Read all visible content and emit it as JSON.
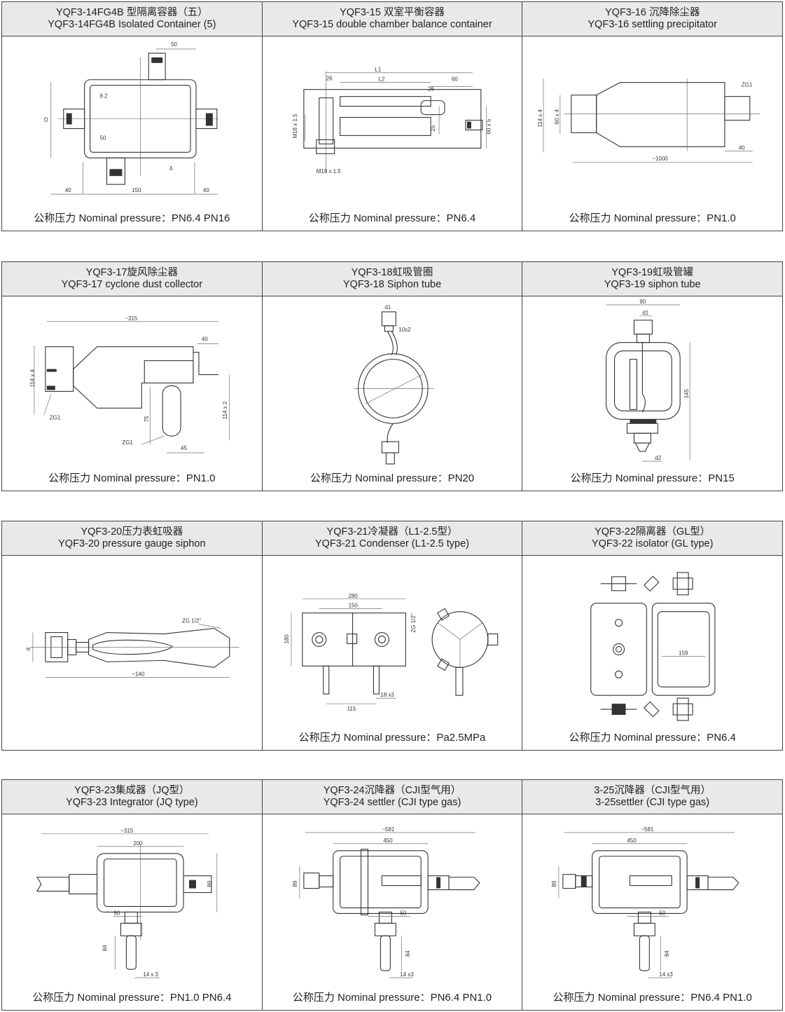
{
  "rows": [
    [
      {
        "title_cn": "YQF3-14FG4B 型隔离容器（五）",
        "title_en": "YQF3-14FG4B Isolated Container (5)",
        "pressure": "公称压力 Nominal pressure：PN6.4  PN16",
        "dims": [
          "50",
          "8 2",
          "D",
          "50",
          "δ",
          "40",
          "150",
          "40"
        ]
      },
      {
        "title_cn": "YQF3-15 双室平衡容器",
        "title_en": "YQF3-15 double chamber balance container",
        "pressure": "公称压力 Nominal pressure：PN6.4",
        "dims": [
          "L1",
          "26",
          "L2",
          "60",
          "26",
          "M18 x 1.5",
          "25",
          "60 x 5",
          "M18 x 1.5"
        ]
      },
      {
        "title_cn": "YQF3-16 沉降除尘器",
        "title_en": "YQF3-16 settling precipitator",
        "pressure": "公称压力 Nominal pressure：PN1.0",
        "dims": [
          "ZG1",
          "114 x 4",
          "60 x 4",
          "40",
          "~1000"
        ]
      }
    ],
    [
      {
        "title_cn": "YQF3-17旋风除尘器",
        "title_en": "YQF3-17 cyclone dust collector",
        "pressure": "公称压力 Nominal pressure：PN1.0",
        "dims": [
          "~315",
          "40",
          "114 x 4",
          "ZG1",
          "75",
          "114 x 2",
          "ZG1",
          "45"
        ]
      },
      {
        "title_cn": "YQF3-18虹吸管圈",
        "title_en": "YQF3-18 Siphon tube",
        "pressure": "公称压力 Nominal pressure：PN20",
        "dims": [
          "d1",
          "10x2"
        ]
      },
      {
        "title_cn": "YQF3-19虹吸管罐",
        "title_en": "YQF3-19 siphon tube",
        "pressure": "公称压力 Nominal pressure：PN15",
        "dims": [
          "90",
          "d1",
          "145",
          "d2"
        ]
      }
    ],
    [
      {
        "title_cn": "YQF3-20压力表虹吸器",
        "title_en": "YQF3-20 pressure gauge siphon",
        "pressure": "",
        "dims": [
          "ZG 1/2\"",
          "d",
          "~140"
        ]
      },
      {
        "title_cn": "YQF3-21冷凝器（L1-2.5型）",
        "title_en": "YQF3-21 Condenser (L1-2.5 type)",
        "pressure": "公称压力 Nominal pressure：Pa2.5MPa",
        "dims": [
          "280",
          "150",
          "ZG 1/2\"",
          "180",
          "18 x3",
          "115"
        ]
      },
      {
        "title_cn": "YQF3-22隔离器（GL型）",
        "title_en": "YQF3-22 isolator (GL type)",
        "pressure": "公称压力 Nominal pressure：PN6.4",
        "dims": [
          "159"
        ]
      }
    ],
    [
      {
        "title_cn": "YQF3-23集成器（JQ型）",
        "title_en": "YQF3-23 Integrator (JQ type)",
        "pressure": "公称压力 Nominal pressure：PN1.0  PN6.4",
        "dims": [
          "~315",
          "200",
          "50",
          "89",
          "84",
          "14 x 3"
        ]
      },
      {
        "title_cn": "YQF3-24沉降器（CJI型气用）",
        "title_en": "YQF3-24 settler (CJI type gas)",
        "pressure": "公称压力 Nominal pressure：PN6.4  PN1.0",
        "dims": [
          "~581",
          "450",
          "89",
          "50",
          "84",
          "14 x3"
        ]
      },
      {
        "title_cn": "3-25沉降器（CJI型气用）",
        "title_en": "3-25settler (CJI type gas)",
        "pressure": "公称压力 Nominal pressure：PN6.4  PN1.0",
        "dims": [
          "~581",
          "450",
          "89",
          "50",
          "84",
          "14 x3"
        ]
      }
    ]
  ]
}
